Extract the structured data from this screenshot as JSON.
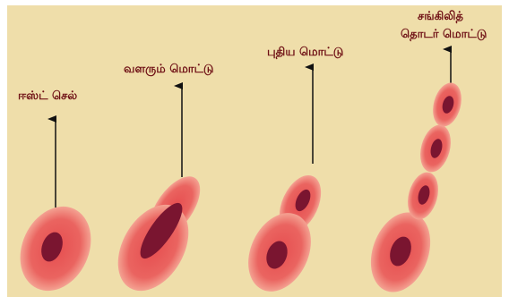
{
  "stages": [
    {
      "label": "ஈஸ்ட் செல்"
    },
    {
      "label": "வளரும் மொட்டு"
    },
    {
      "label": "புதிய மொட்டு"
    },
    {
      "label_line1": "சங்கிலித்",
      "label_line2": "தொடர் மொட்டு"
    }
  ],
  "colors": {
    "background": "#efdeaa",
    "cell_fill": "#e8605a",
    "cell_edge": "#f3a08f",
    "nucleus": "#7a1530",
    "label_text": "#6e0f14",
    "arrow": "#111111"
  }
}
